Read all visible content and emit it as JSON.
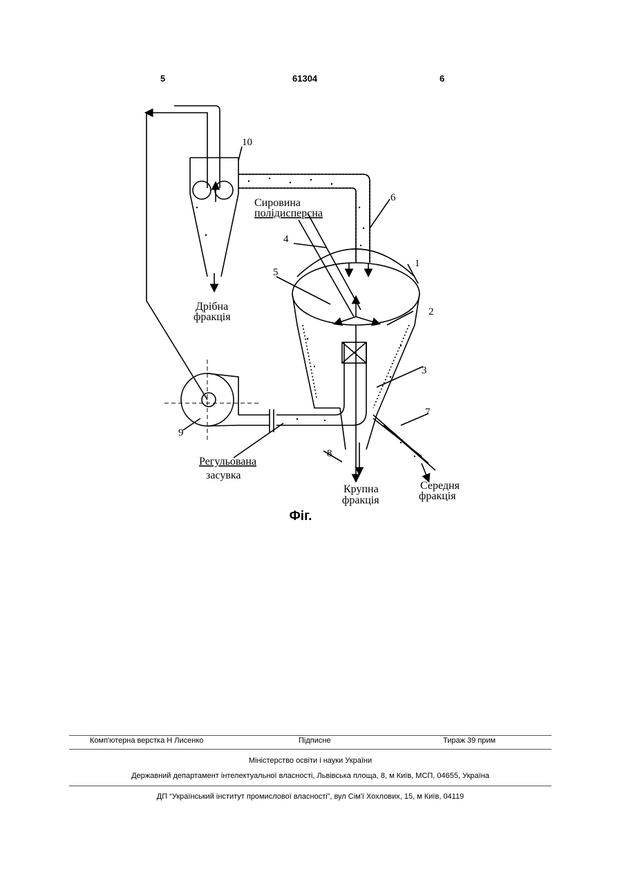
{
  "header": {
    "left_page": "5",
    "patent_number": "61304",
    "right_page": "6"
  },
  "figure": {
    "labels": {
      "n1": "1",
      "n2": "2",
      "n3": "3",
      "n4": "4",
      "n5": "5",
      "n6": "6",
      "n7": "7",
      "n8": "8",
      "n9": "9",
      "n10": "10",
      "raw_line1": "Сировина",
      "raw_line2": "полідисперсна",
      "fine_line1": "Дрібна",
      "fine_line2": "фракція",
      "valve_line1": "Регульована",
      "valve_line2": "засувка",
      "coarse_line1": "Крупна",
      "coarse_line2": "фракція",
      "medium_line1": "Середня",
      "medium_line2": "фракція"
    },
    "caption": "Фіг."
  },
  "footer": {
    "layout_credit": "Комп'ютерна верстка Н  Лисенко",
    "signed": "Підписне",
    "print_run": "Тираж 39 прим",
    "ministry": "Міністерство освіти і науки України",
    "department": "Державний департамент інтелектуальної власності, Львівська площа, 8, м  Київ, МСП, 04655, Україна",
    "institute": "ДП “Український інститут промислової власності”, вул  Сім'ї Хохлових, 15, м  Київ, 04119"
  }
}
